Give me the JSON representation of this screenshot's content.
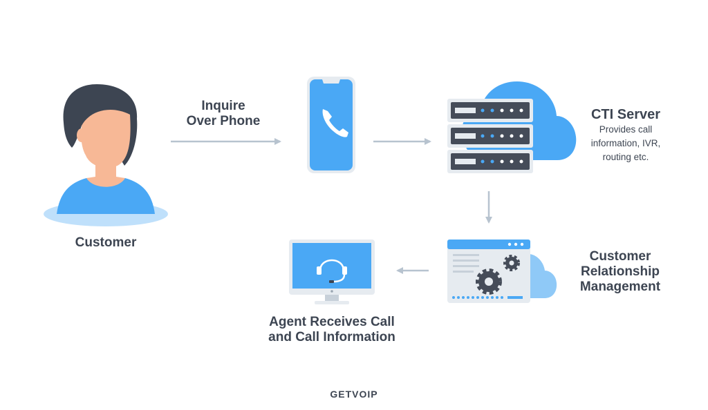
{
  "customer": {
    "label": "Customer"
  },
  "inquire": {
    "line1": "Inquire",
    "line2": "Over Phone"
  },
  "phone": {
    "icon": "phone-icon"
  },
  "cti": {
    "title": "CTI Server",
    "desc_line1": "Provides call",
    "desc_line2": "information, IVR,",
    "desc_line3": "routing etc."
  },
  "crm": {
    "line1": "Customer",
    "line2": "Relationship",
    "line3": "Management"
  },
  "agent": {
    "line1": "Agent Receives Call",
    "line2": "and Call Information"
  },
  "brand": {
    "name": "GETVOIP"
  },
  "colors": {
    "blue": "#4aa8f5",
    "light_blue": "#8fc9f7",
    "pale_blue": "#bfe0fb",
    "dark": "#3d4552",
    "skin": "#f7b896",
    "arrow": "#b7c3cf",
    "server": "#454c59"
  }
}
